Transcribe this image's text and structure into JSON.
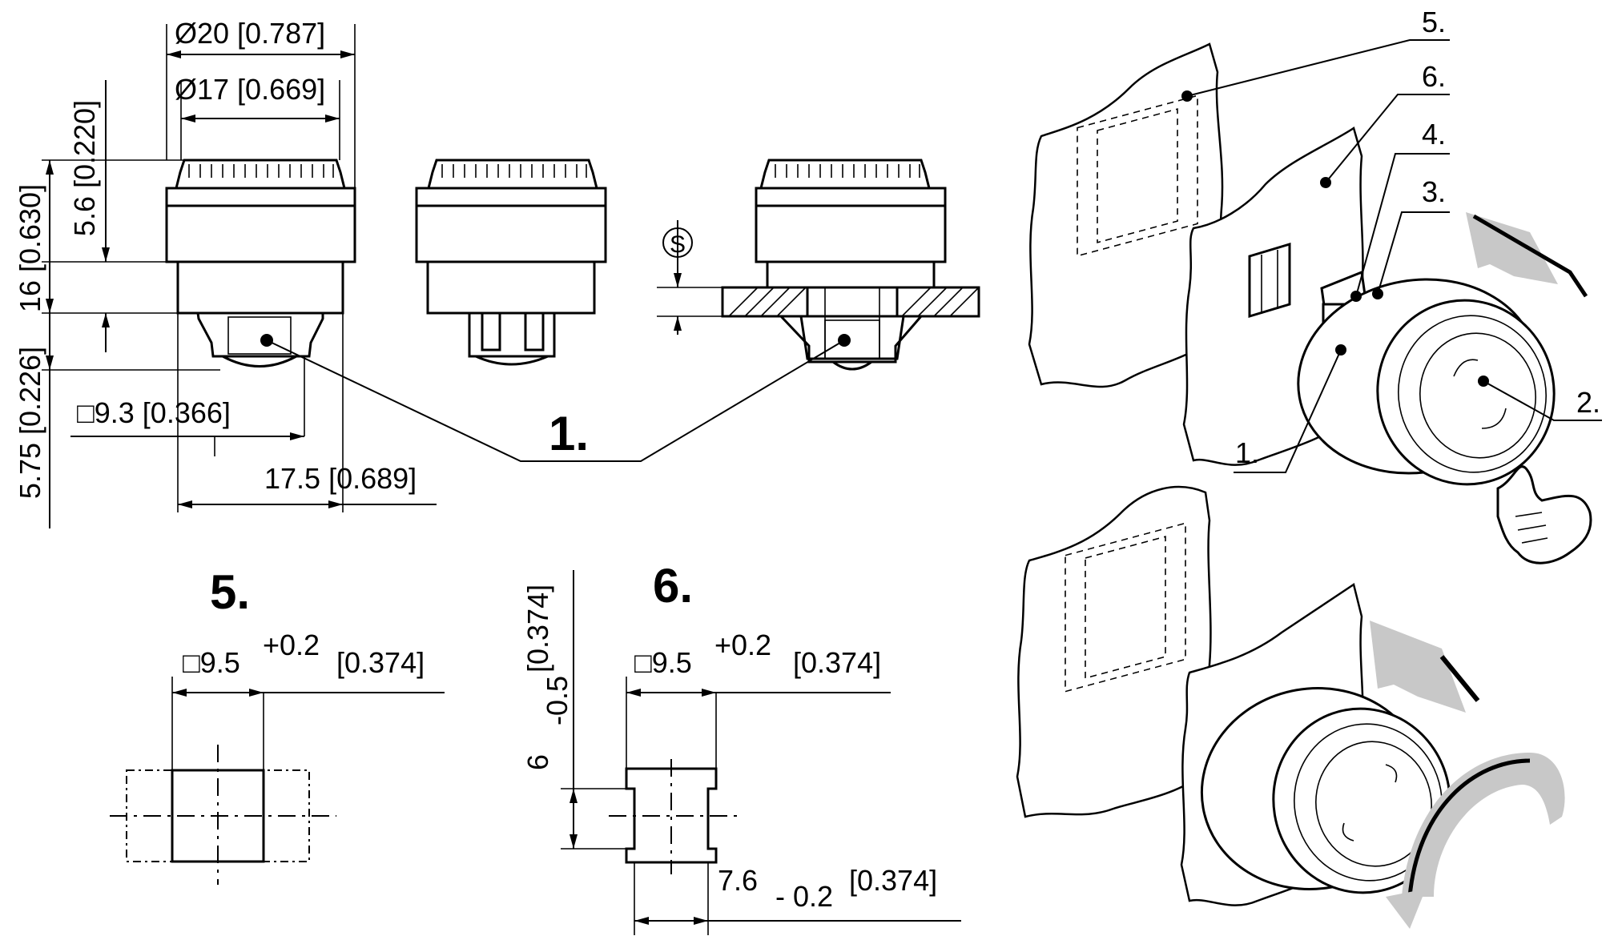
{
  "diagram": {
    "dimensions": {
      "dia20": "Ø20 [0.787]",
      "dia17": "Ø17 [0.669]",
      "h16": "16 [0.630]",
      "h5_6": "5.6 [0.220]",
      "h5_75": "5.75 [0.226]",
      "sq9_3": "□9.3 [0.366]",
      "w17_5": "17.5 [0.689]",
      "s_symbol": "S"
    },
    "cutout5": {
      "label": "5.",
      "size": "□9.5",
      "tol": "+0.2",
      "inch": "[0.374]"
    },
    "cutout6": {
      "label": "6.",
      "size": "□9.5",
      "tol": "+0.2",
      "inch": "[0.374]",
      "height": "6",
      "height_tol": "-0.5",
      "height_inch": "[0.374]",
      "width": "7.6",
      "width_tol": "- 0.2",
      "width_inch": "[0.374]"
    },
    "callouts": {
      "c1_main": "1.",
      "c1": "1.",
      "c2": "2.",
      "c3": "3.",
      "c4": "4.",
      "c5": "5.",
      "c6": "6."
    }
  }
}
